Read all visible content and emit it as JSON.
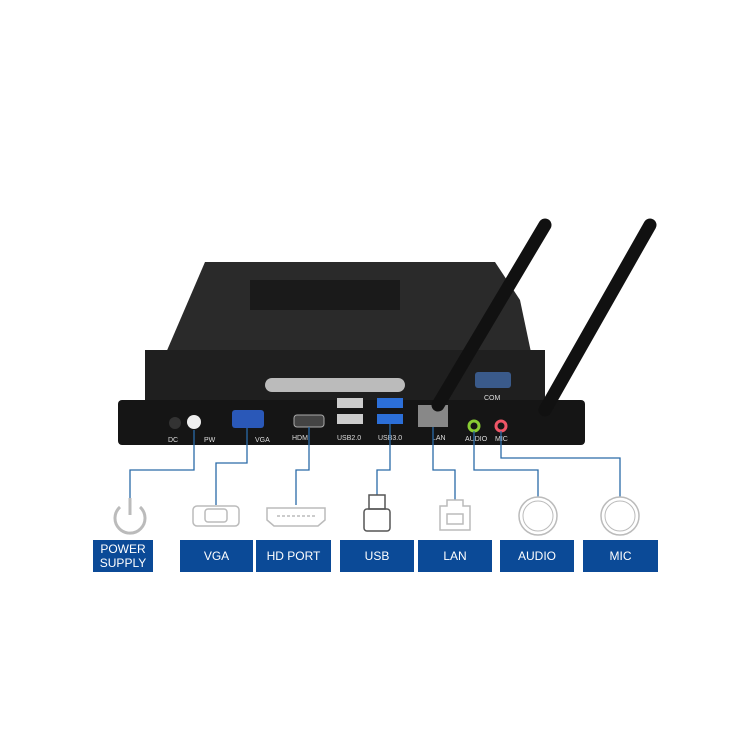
{
  "device_markings": {
    "dc": "DC",
    "pw": "PW",
    "vga": "VGA",
    "hdmi": "HDMI",
    "usb2": "USB2.0",
    "usb3": "USB3.0",
    "lan": "LAN",
    "audio": "AUDIO",
    "mic": "MIC",
    "com": "COM"
  },
  "labels": [
    {
      "text": "POWER SUPPLY",
      "icon": "power-icon"
    },
    {
      "text": "VGA",
      "icon": "vga-port-icon"
    },
    {
      "text": "HD PORT",
      "icon": "hdmi-port-icon"
    },
    {
      "text": "USB",
      "icon": "usb-plug-icon"
    },
    {
      "text": "LAN",
      "icon": "lan-port-icon"
    },
    {
      "text": "AUDIO",
      "icon": "audio-jack-icon"
    },
    {
      "text": "MIC",
      "icon": "mic-jack-icon"
    }
  ],
  "colors": {
    "label_bg": "#0b4a97",
    "line": "#2a6aa8",
    "device": "#1c1c1c"
  }
}
